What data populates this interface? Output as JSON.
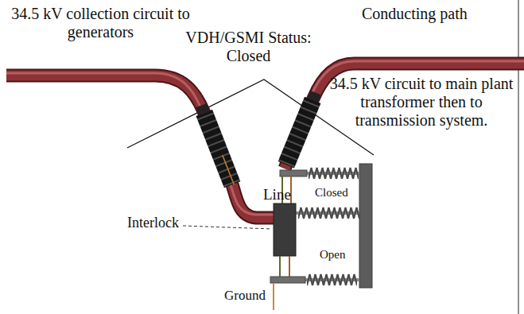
{
  "diagram": {
    "labels": [
      "34.5 kV collection circuit to generators",
      "Conducting path",
      "VDH/GSMI Status: Closed",
      "34.5 kV circuit to main plant transformer then to transmission system.",
      "Line",
      "Closed",
      "Interlock",
      "Open",
      "Ground"
    ]
  }
}
